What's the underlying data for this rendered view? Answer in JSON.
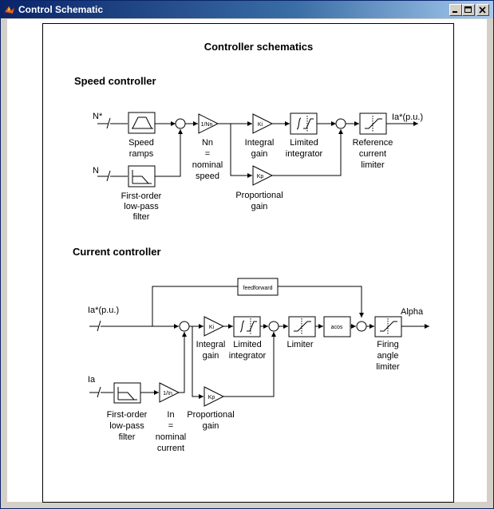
{
  "window": {
    "title": "Control Schematic",
    "buttons": {
      "minimize": "_",
      "maximize": "□",
      "close": "×"
    }
  },
  "schematic": {
    "title": "Controller schematics",
    "speed": {
      "heading": "Speed controller",
      "input_ref": "N*",
      "input_meas": "N",
      "ramp_label": [
        "Speed",
        "ramps"
      ],
      "filter_label": [
        "First-order",
        "low-pass",
        "filter"
      ],
      "gain_nn_text": "1/Nn",
      "nn_label": [
        "Nn",
        "=",
        "nominal",
        "speed"
      ],
      "ki_text": "Ki",
      "ki_label": [
        "Integral",
        "gain"
      ],
      "integ_label": [
        "Limited",
        "integrator"
      ],
      "kp_text": "Kp",
      "kp_label": [
        "Proportional",
        "gain"
      ],
      "ref_lim_label": [
        "Reference",
        "current",
        "limiter"
      ],
      "output": "Ia*(p.u.)"
    },
    "current": {
      "heading": "Current controller",
      "input_ref": "Ia*(p.u.)",
      "input_meas": "Ia",
      "feedforward": "feedforward",
      "filter_label": [
        "First-order",
        "low-pass",
        "filter"
      ],
      "gain_in_text": "1/In",
      "in_label": [
        "In",
        "=",
        "nominal",
        "current"
      ],
      "ki_text": "Ki",
      "ki_label": [
        "Integral",
        "gain"
      ],
      "integ_label": [
        "Limited",
        "integrator"
      ],
      "kp_text": "Kp",
      "kp_label": [
        "Proportional",
        "gain"
      ],
      "limiter_label": "Limiter",
      "acos_text": "acos",
      "firing_label": [
        "Firing",
        "angle",
        "limiter"
      ],
      "output": "Alpha"
    }
  },
  "colors": {
    "titlebar": "#0a246a",
    "diagram_line": "#000000",
    "window_bg": "#d4d0c8"
  }
}
